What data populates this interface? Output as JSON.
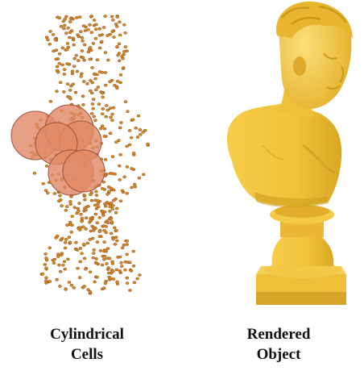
{
  "panels": {
    "left": {
      "caption_line1": "Cylindrical",
      "caption_line2": "Cells"
    },
    "right": {
      "caption_line1": "Rendered",
      "caption_line2": "Object"
    }
  },
  "colors": {
    "point_fill": "#d9892a",
    "point_stroke": "#8a4a0e",
    "cell_fill": "#e08a66",
    "cell_stroke": "#a0503a",
    "bust_base": "#f2c540",
    "bust_shadow": "#c99a1a",
    "bust_highlight": "#fbe27a"
  },
  "icons": {
    "left_figure": "point-cloud-bust-with-cells",
    "right_figure": "rendered-bust-statue"
  }
}
